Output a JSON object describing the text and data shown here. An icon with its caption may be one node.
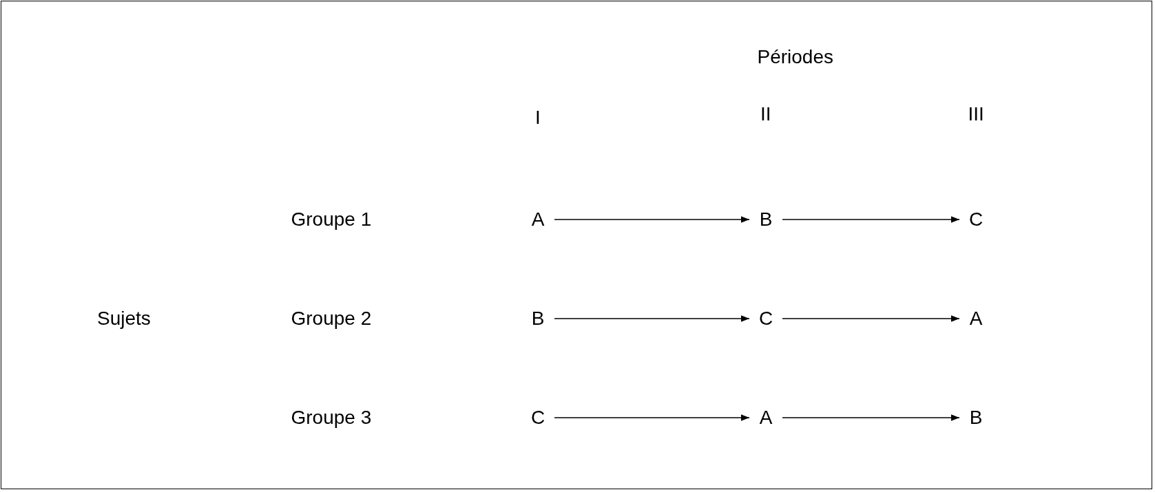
{
  "diagram": {
    "nodes": [
      {
        "text": [
          "A"
        ]
      },
      {
        "text": [
          "B"
        ]
      },
      {
        "text": [
          "C"
        ]
      },
      {
        "text": [
          "B"
        ]
      },
      {
        "text": [
          "C"
        ]
      },
      {
        "text": [
          "A"
        ]
      },
      {
        "text": [
          "C"
        ]
      },
      {
        "text": [
          "A"
        ]
      },
      {
        "text": [
          "B"
        ]
      }
    ],
    "edges": [
      {
        "from": 0,
        "to": 1,
        "arrow": "to"
      },
      {
        "from": 1,
        "to": 2,
        "arrow": "to"
      },
      {
        "from": 3,
        "to": 4,
        "arrow": "to"
      },
      {
        "from": 4,
        "to": 5,
        "arrow": "to"
      },
      {
        "from": 6,
        "to": 7,
        "arrow": "to"
      },
      {
        "from": 7,
        "to": 8,
        "arrow": "to"
      }
    ],
    "labels": [
      "Périodes",
      "I",
      "II",
      "III",
      "Groupe 1",
      "Sujets",
      "Groupe 2",
      "Groupe 3"
    ]
  }
}
